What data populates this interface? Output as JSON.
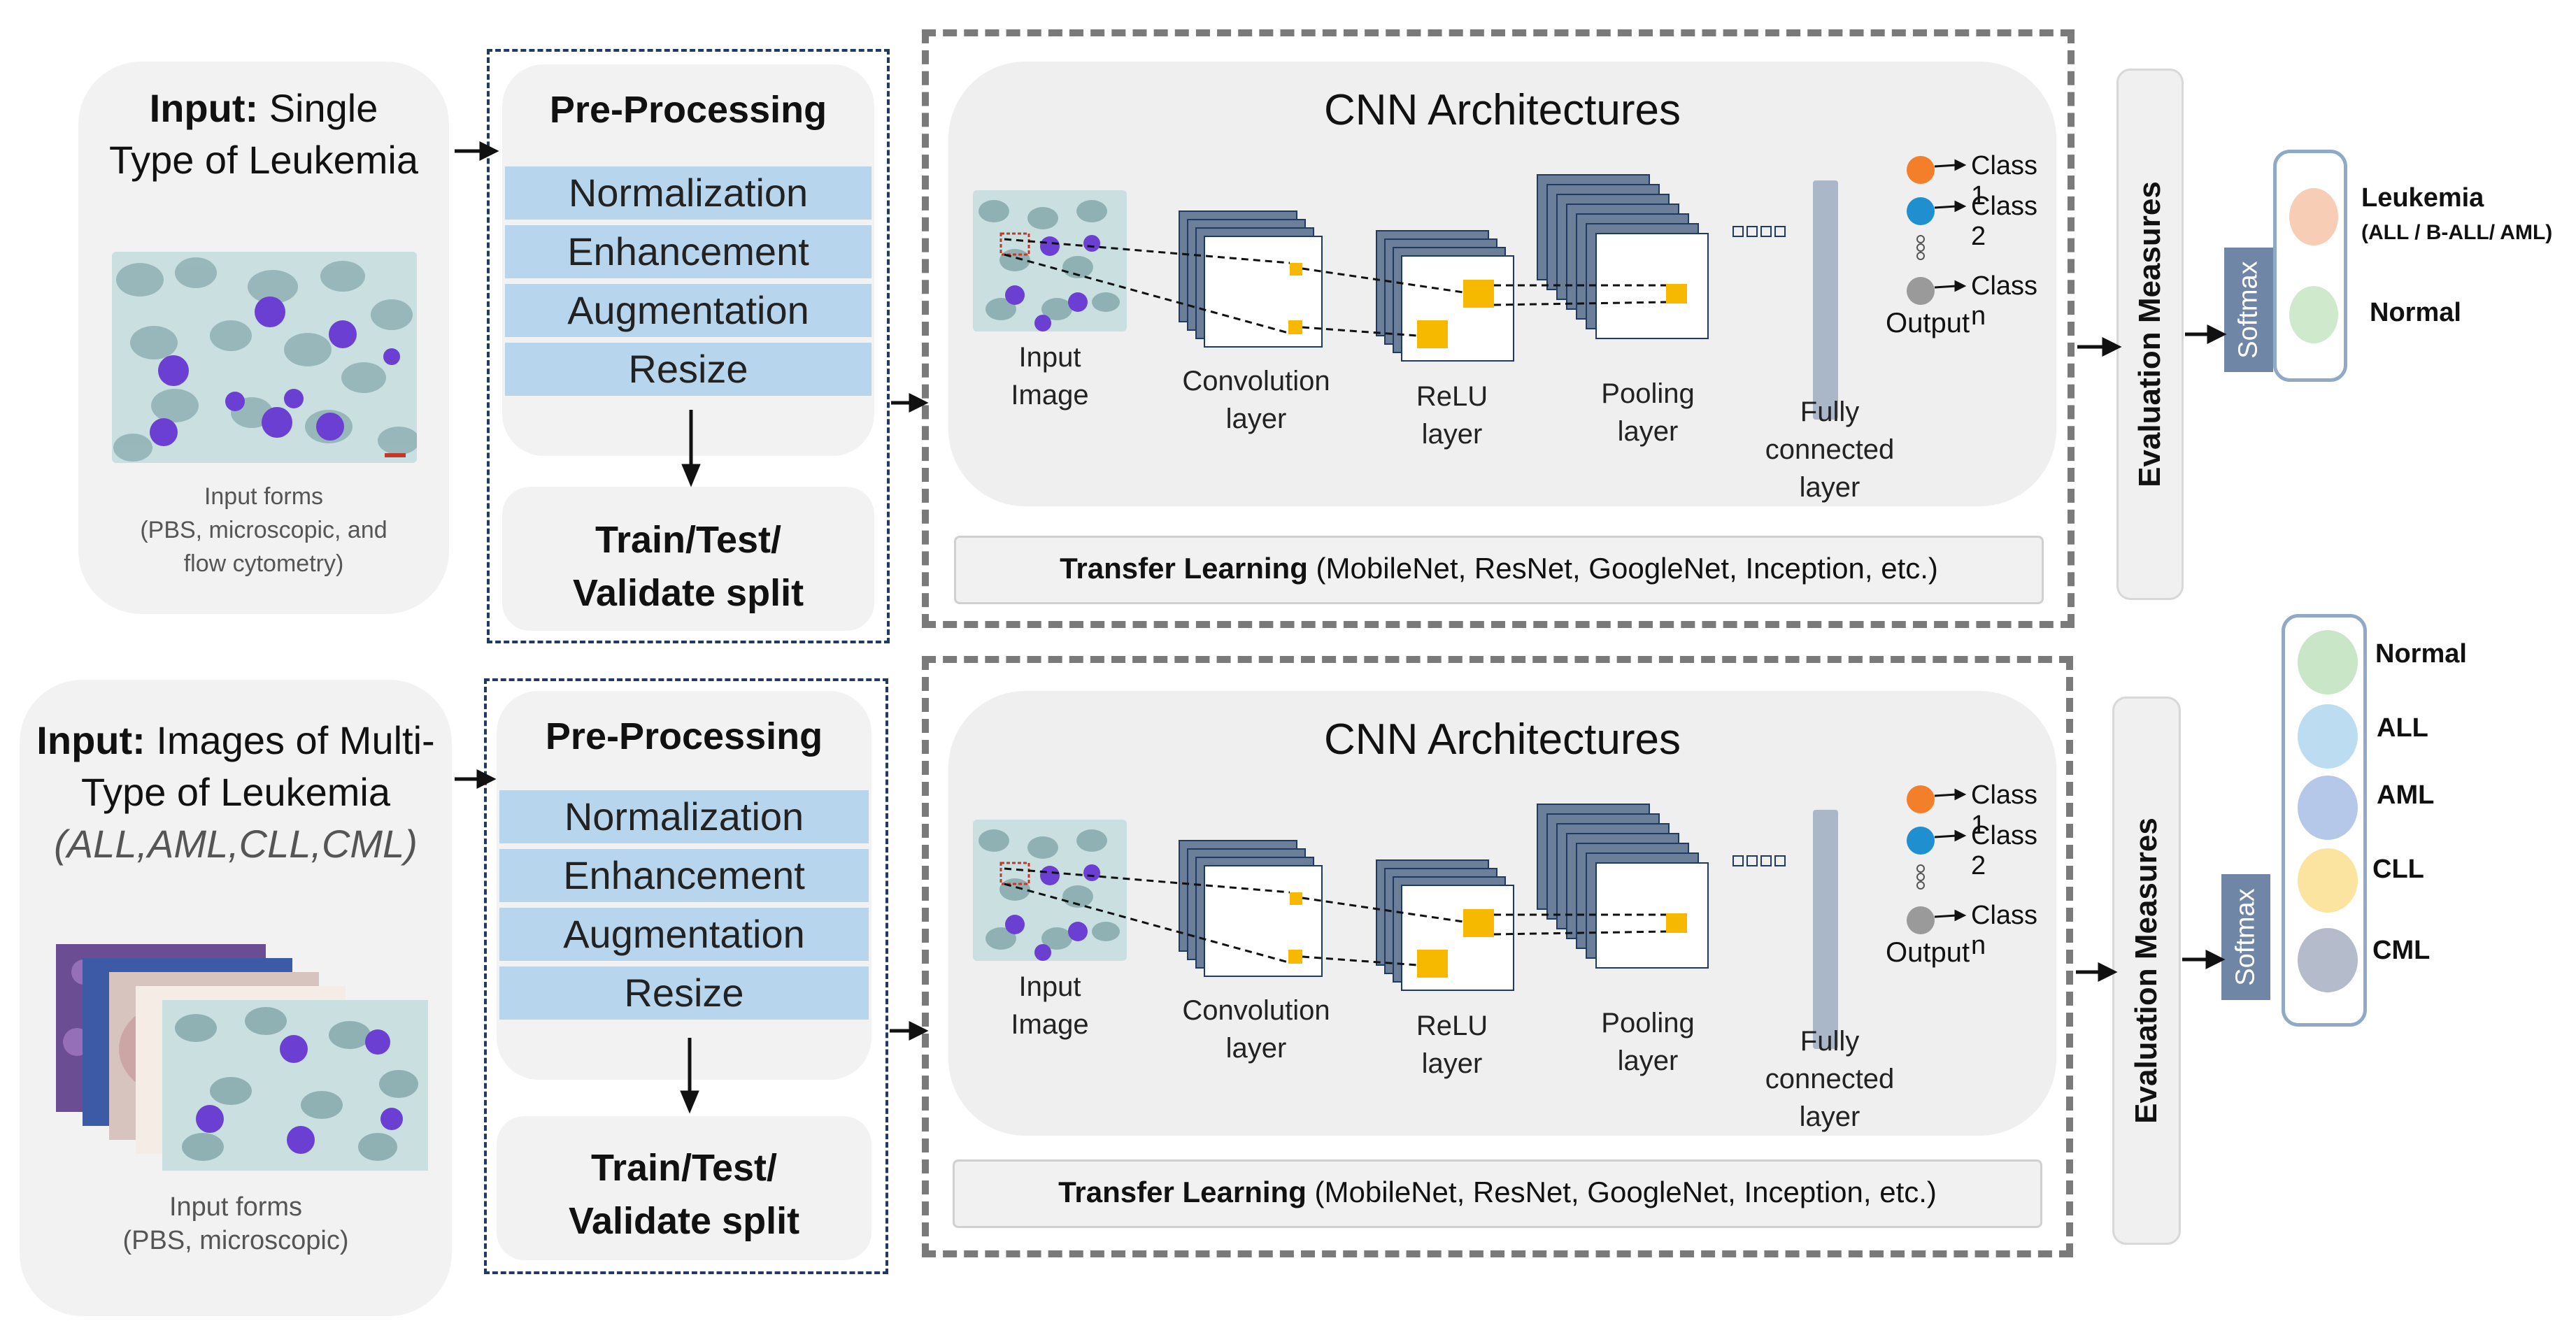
{
  "rows": [
    {
      "input": {
        "bold": "Input:",
        "line1_rest": "Single",
        "line2": "Type of Leukemia",
        "line3": "",
        "forms_label": "Input forms",
        "forms_detail1": "(PBS, microscopic, and",
        "forms_detail2": "flow cytometry)"
      },
      "preprocessing": {
        "title": "Pre-Processing",
        "steps": [
          "Normalization",
          "Enhancement",
          "Augmentation",
          "Resize"
        ],
        "split_line1": "Train/Test/",
        "split_line2": "Validate split"
      },
      "cnn": {
        "title": "CNN Architectures",
        "input_image": [
          "Input",
          "Image"
        ],
        "convolution": [
          "Convolution",
          "layer"
        ],
        "relu": [
          "ReLU",
          "layer"
        ],
        "pooling": [
          "Pooling",
          "layer"
        ],
        "fully": [
          "Fully",
          "connected",
          "layer"
        ],
        "classes": [
          "Class 1",
          "Class 2",
          "Class n"
        ],
        "output": "Output"
      },
      "transfer": {
        "bold": "Transfer Learning",
        "rest": "(MobileNet, ResNet, GoogleNet, Inception, etc.)"
      },
      "evaluation": "Evaluation Measures",
      "softmax": "Softmax",
      "outputs": [
        {
          "label": "Leukemia",
          "sub": "(ALL / B-ALL/ AML)",
          "color": "#f7cdb6"
        },
        {
          "label": "Normal",
          "sub": "",
          "color": "#cfe9cc"
        }
      ]
    },
    {
      "input": {
        "bold": "Input:",
        "line1_rest": "Images of Multi-",
        "line2": "Type of Leukemia",
        "line3": "(ALL,AML,CLL,CML)",
        "forms_label": "Input forms",
        "forms_detail1": "(PBS, microscopic)",
        "forms_detail2": ""
      },
      "preprocessing": {
        "title": "Pre-Processing",
        "steps": [
          "Normalization",
          "Enhancement",
          "Augmentation",
          "Resize"
        ],
        "split_line1": "Train/Test/",
        "split_line2": "Validate split"
      },
      "cnn": {
        "title": "CNN Architectures",
        "input_image": [
          "Input",
          "Image"
        ],
        "convolution": [
          "Convolution",
          "layer"
        ],
        "relu": [
          "ReLU",
          "layer"
        ],
        "pooling": [
          "Pooling",
          "layer"
        ],
        "fully": [
          "Fully",
          "connected",
          "layer"
        ],
        "classes": [
          "Class 1",
          "Class 2",
          "Class n"
        ],
        "output": "Output"
      },
      "transfer": {
        "bold": "Transfer Learning",
        "rest": "(MobileNet, ResNet, GoogleNet, Inception, etc.)"
      },
      "evaluation": "Evaluation Measures",
      "softmax": "Softmax",
      "outputs": [
        {
          "label": "Normal",
          "color": "#c9e6c7"
        },
        {
          "label": "ALL",
          "color": "#bcdcf2"
        },
        {
          "label": "AML",
          "color": "#b6c8ea"
        },
        {
          "label": "CLL",
          "color": "#fbe3a0"
        },
        {
          "label": "CML",
          "color": "#b4bccb"
        }
      ]
    }
  ],
  "colors": {
    "step_fill": "#b7d6ee",
    "class1_dot": "#f47f2a",
    "class2_dot": "#1f8fd0",
    "classn_dot": "#9a9a9a",
    "kernel": "#f7b800",
    "layer_stack": "#6b7f99",
    "fc_bar": "#aab7c9",
    "softmax": "#6f86a6"
  }
}
